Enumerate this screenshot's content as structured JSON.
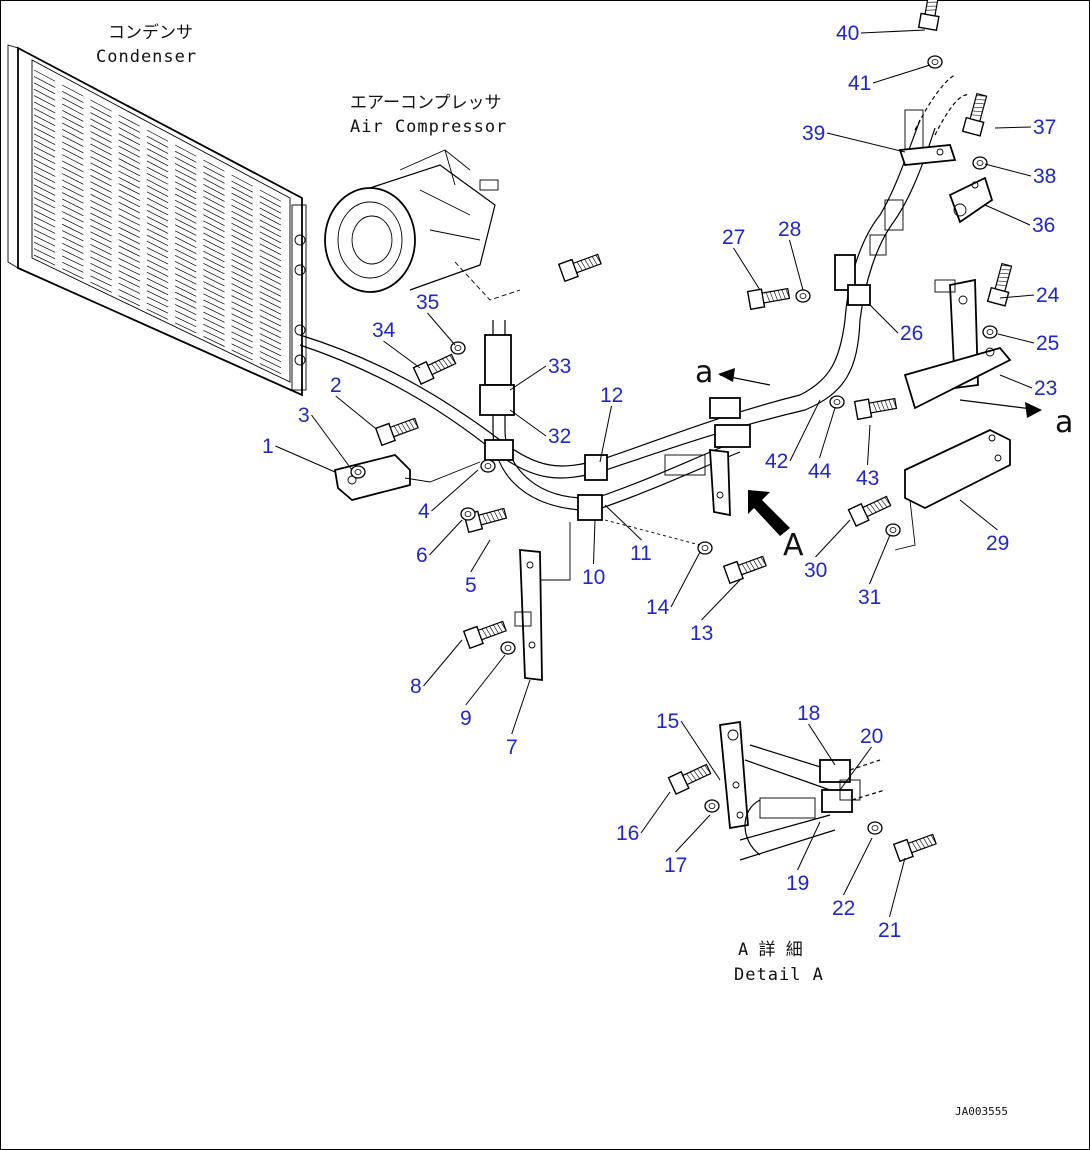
{
  "captions": {
    "condenser_jp": "コンデンサ",
    "condenser_en": "Condenser",
    "compressor_jp": "エアーコンプレッサ",
    "compressor_en": "Air Compressor",
    "detail_jp": "A 詳 細",
    "detail_en": "Detail A",
    "view_a_upper": "a",
    "view_a_lower": "a",
    "view_A": "A",
    "drawing_code": "JA003555"
  },
  "callouts": [
    {
      "num": "1"
    },
    {
      "num": "2"
    },
    {
      "num": "3"
    },
    {
      "num": "4"
    },
    {
      "num": "5"
    },
    {
      "num": "6"
    },
    {
      "num": "7"
    },
    {
      "num": "8"
    },
    {
      "num": "9"
    },
    {
      "num": "10"
    },
    {
      "num": "11"
    },
    {
      "num": "12"
    },
    {
      "num": "13"
    },
    {
      "num": "14"
    },
    {
      "num": "15"
    },
    {
      "num": "16"
    },
    {
      "num": "17"
    },
    {
      "num": "18"
    },
    {
      "num": "19"
    },
    {
      "num": "20"
    },
    {
      "num": "21"
    },
    {
      "num": "22"
    },
    {
      "num": "23"
    },
    {
      "num": "24"
    },
    {
      "num": "25"
    },
    {
      "num": "26"
    },
    {
      "num": "27"
    },
    {
      "num": "28"
    },
    {
      "num": "29"
    },
    {
      "num": "30"
    },
    {
      "num": "31"
    },
    {
      "num": "32"
    },
    {
      "num": "33"
    },
    {
      "num": "34"
    },
    {
      "num": "35"
    },
    {
      "num": "36"
    },
    {
      "num": "37"
    },
    {
      "num": "38"
    },
    {
      "num": "39"
    },
    {
      "num": "40"
    },
    {
      "num": "41"
    },
    {
      "num": "42"
    },
    {
      "num": "43"
    },
    {
      "num": "44"
    }
  ],
  "colors": {
    "callout": "#1f27c9",
    "line": "#000000",
    "background": "#ffffff"
  }
}
